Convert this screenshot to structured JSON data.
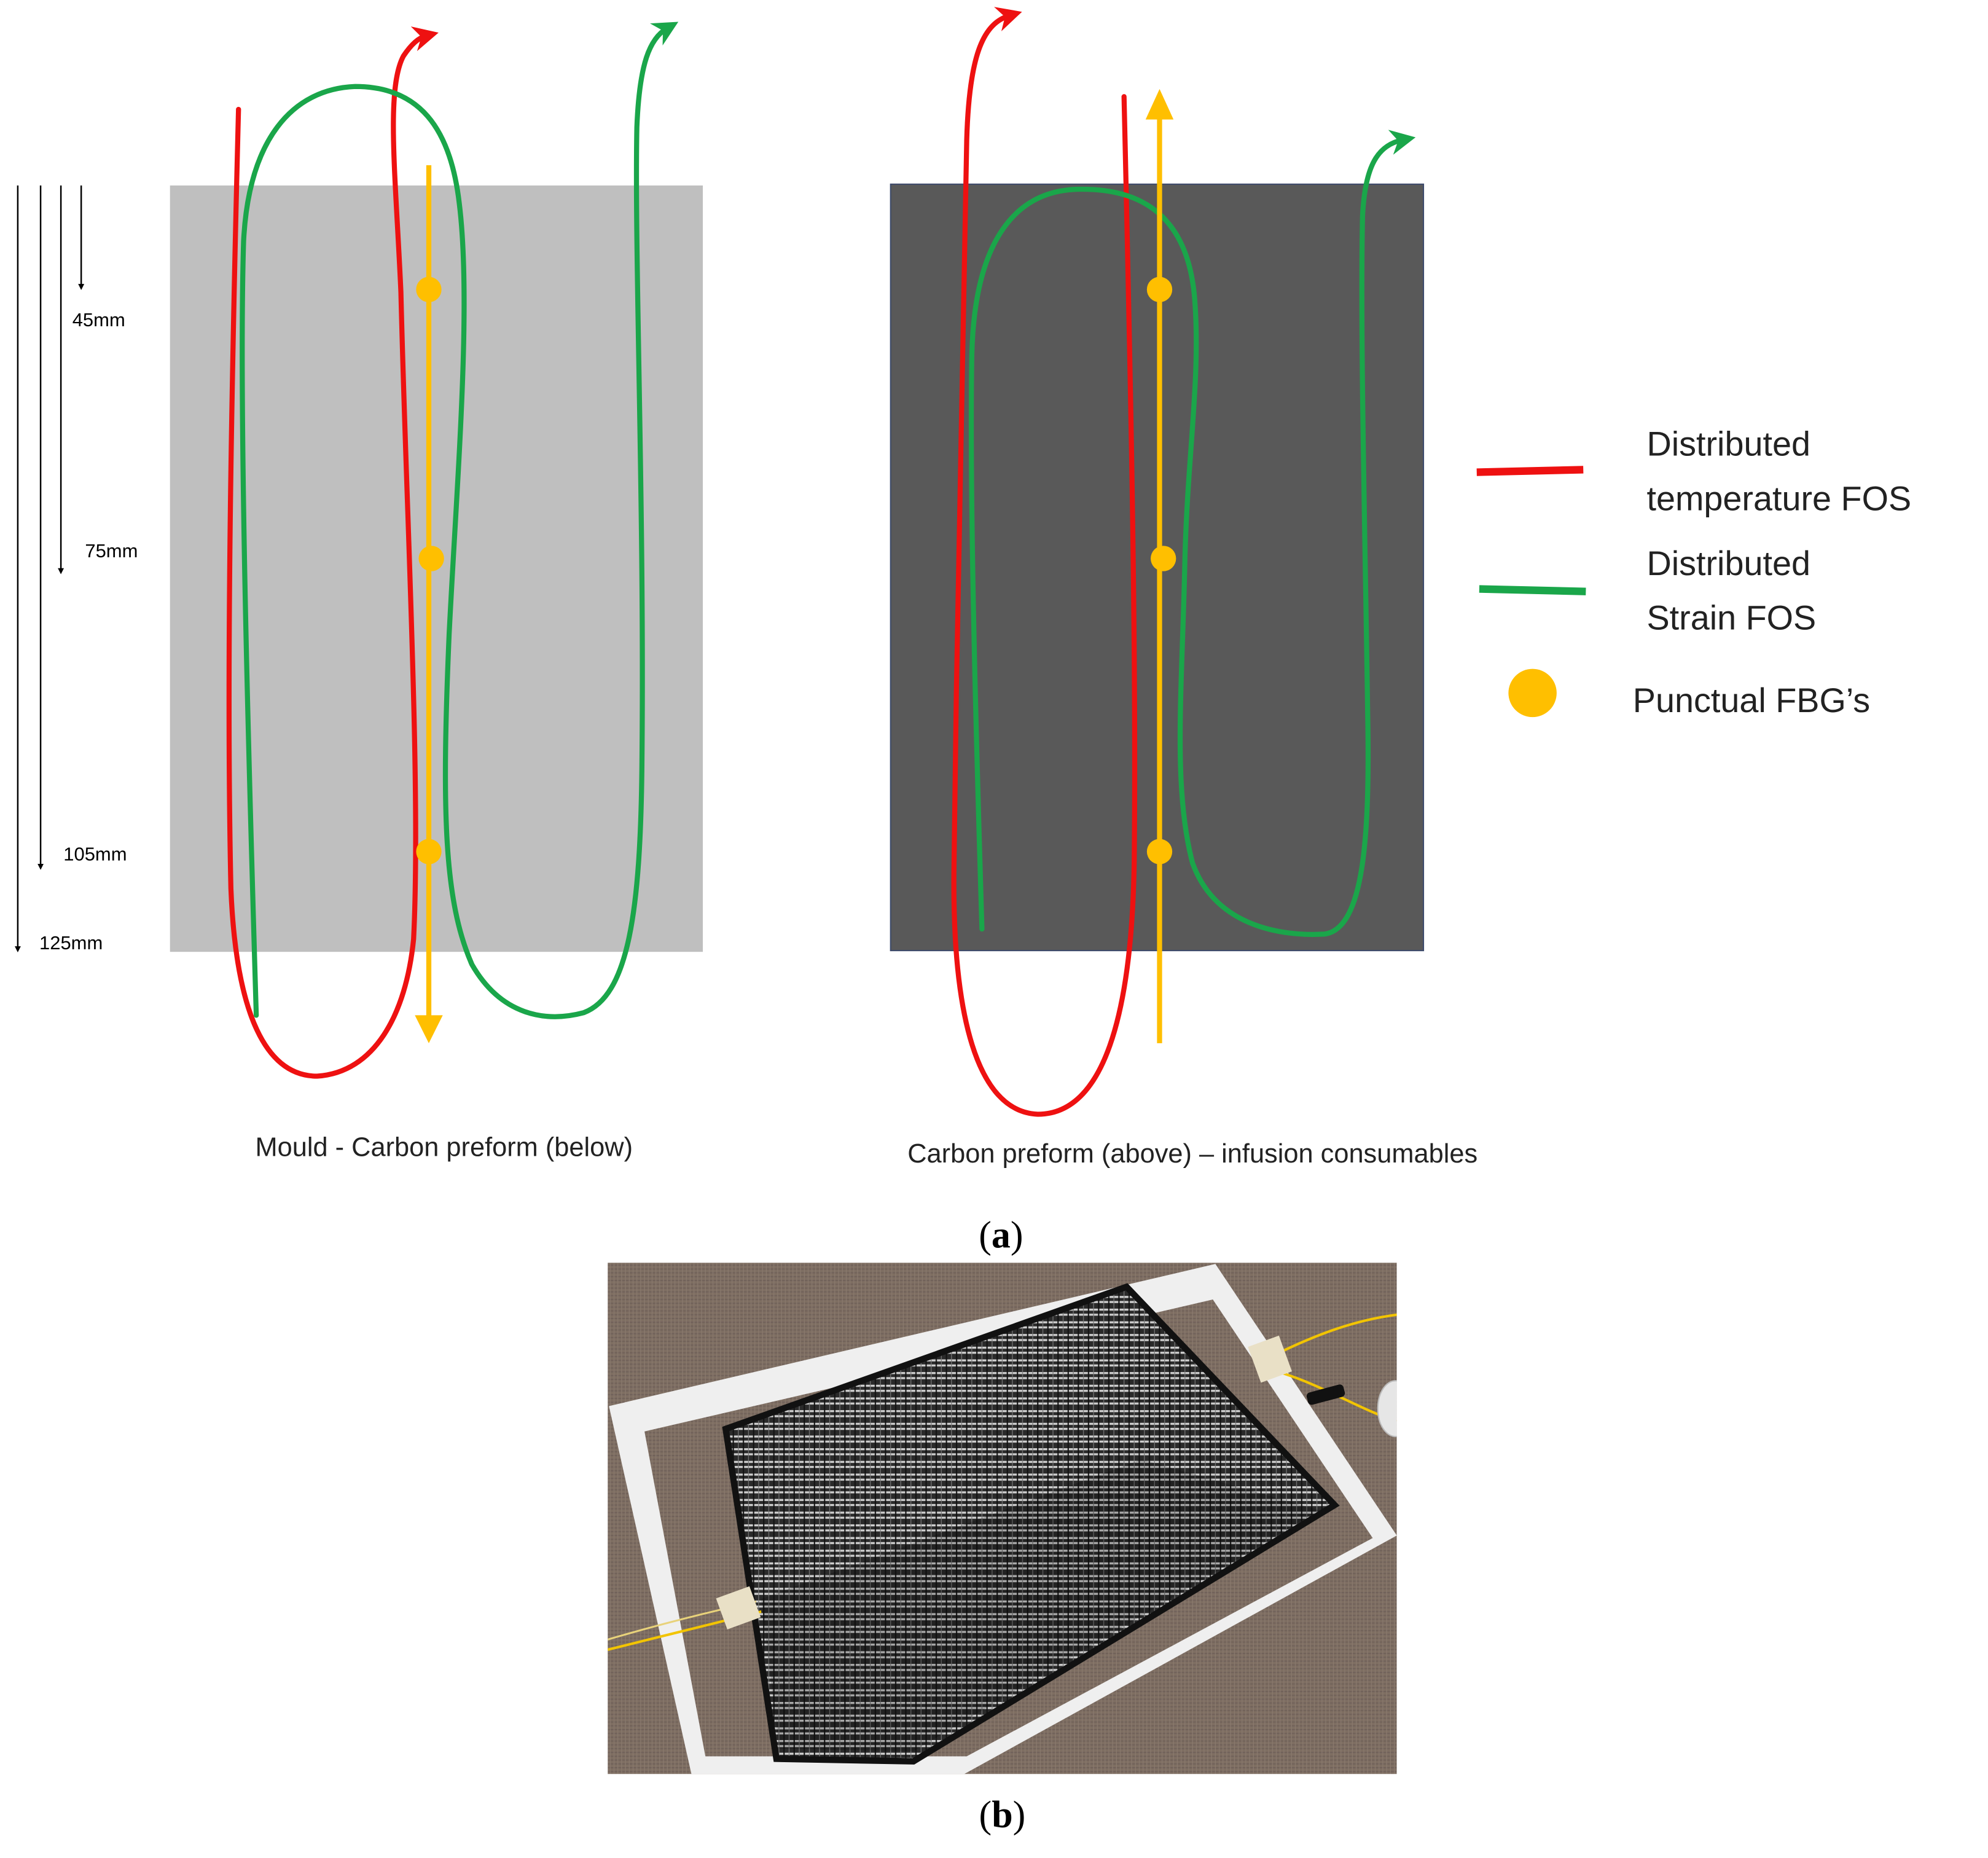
{
  "panel_a": {
    "left": {
      "caption": "Mould - Carbon preform (below)",
      "distance_labels": [
        "45mm",
        "75mm",
        "105mm",
        "125mm"
      ]
    },
    "right": {
      "caption": "Carbon preform (above) – infusion consumables"
    },
    "legend": {
      "temperature_line1": "Distributed",
      "temperature_line2": "temperature FOS",
      "strain_line1": "Distributed",
      "strain_line2": "Strain FOS",
      "fbg": "Punctual FBG’s"
    },
    "label_open": "(",
    "label_letter": "a",
    "label_close": ")"
  },
  "panel_b": {
    "label_open": "(",
    "label_letter": "b",
    "label_close": ")"
  },
  "colors": {
    "temperature_fos": "#ee1111",
    "strain_fos": "#1aa64a",
    "fbg": "#ffbf00",
    "mould": "#bfbfbf",
    "preform": "#595959"
  }
}
